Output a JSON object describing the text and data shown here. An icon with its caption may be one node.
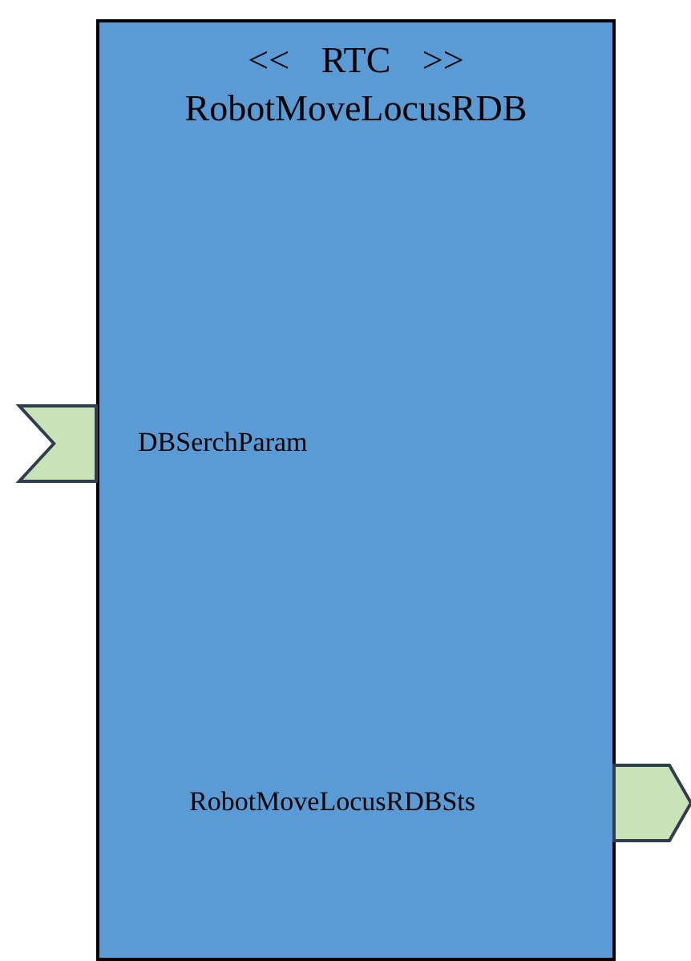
{
  "diagram": {
    "nodes": [
      {
        "text": [
          "<< RTC >>",
          "RobotMoveLocusRDB"
        ]
      },
      {
        "text": [],
        "shape": "chevron"
      },
      {
        "text": [],
        "shape": "pentagon"
      }
    ],
    "edges": [],
    "labels": [
      "DBSerchParam",
      "RobotMoveLocusRDBSts"
    ]
  }
}
